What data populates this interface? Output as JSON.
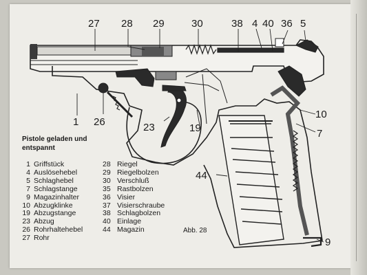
{
  "caption": {
    "line1": "Pistole geladen und",
    "line2": "entspannt"
  },
  "figure_label": "Abb. 28",
  "callouts": [
    "27",
    "28",
    "29",
    "30",
    "38",
    "4",
    "40",
    "36",
    "5",
    "1",
    "26",
    "23",
    "19",
    "10",
    "7",
    "44",
    "9"
  ],
  "legend_left": [
    {
      "num": "1",
      "text": "Griffstück"
    },
    {
      "num": "4",
      "text": "Auslösehebel"
    },
    {
      "num": "5",
      "text": "Schlaghebel"
    },
    {
      "num": "7",
      "text": "Schlagstange"
    },
    {
      "num": "9",
      "text": "Magazinhalter"
    },
    {
      "num": "10",
      "text": "Abzugklinke"
    },
    {
      "num": "19",
      "text": "Abzugstange"
    },
    {
      "num": "23",
      "text": "Abzug"
    },
    {
      "num": "26",
      "text": "Rohrhaltehebel"
    },
    {
      "num": "27",
      "text": "Rohr"
    }
  ],
  "legend_right": [
    {
      "num": "28",
      "text": "Riegel"
    },
    {
      "num": "29",
      "text": "Riegelbolzen"
    },
    {
      "num": "30",
      "text": "Verschluß"
    },
    {
      "num": "35",
      "text": "Rastbolzen"
    },
    {
      "num": "36",
      "text": "Visier"
    },
    {
      "num": "37",
      "text": "Visierschraube"
    },
    {
      "num": "38",
      "text": "Schlagbolzen"
    },
    {
      "num": "40",
      "text": "Einlage"
    },
    {
      "num": "44",
      "text": "Magazin"
    }
  ]
}
